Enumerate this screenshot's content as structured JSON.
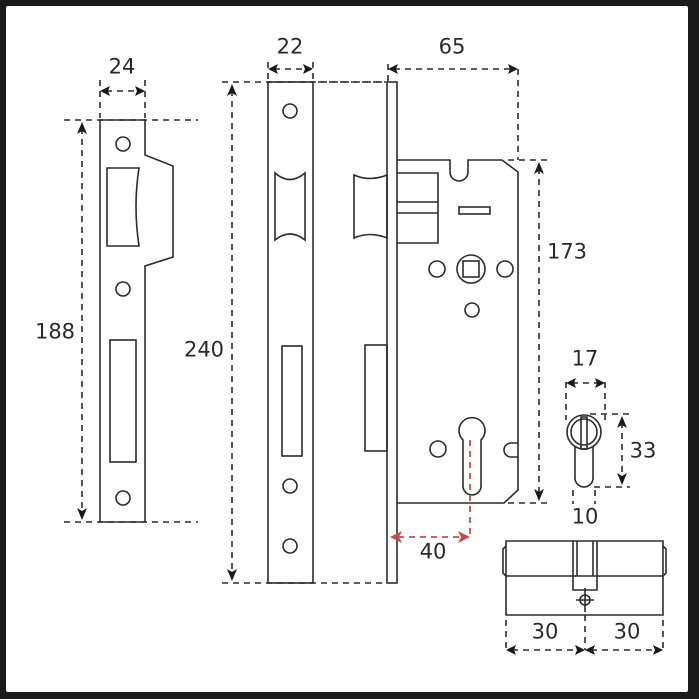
{
  "diagram": {
    "subject": "Mortise sash lock with euro profile cylinder - technical dimensions",
    "accent_color": "#c0504d",
    "line_color": "#2c2c2c"
  },
  "strike_plate": {
    "width_label": "24",
    "height_label": "188"
  },
  "faceplate": {
    "width_label": "22",
    "height_label": "240"
  },
  "lock_case": {
    "depth_label": "65",
    "height_label": "173",
    "backset_label": "40"
  },
  "cylinder_end": {
    "width_label": "17",
    "height_label": "33",
    "bottom_label": "10"
  },
  "cylinder_side": {
    "left_length_label": "30",
    "right_length_label": "30"
  }
}
